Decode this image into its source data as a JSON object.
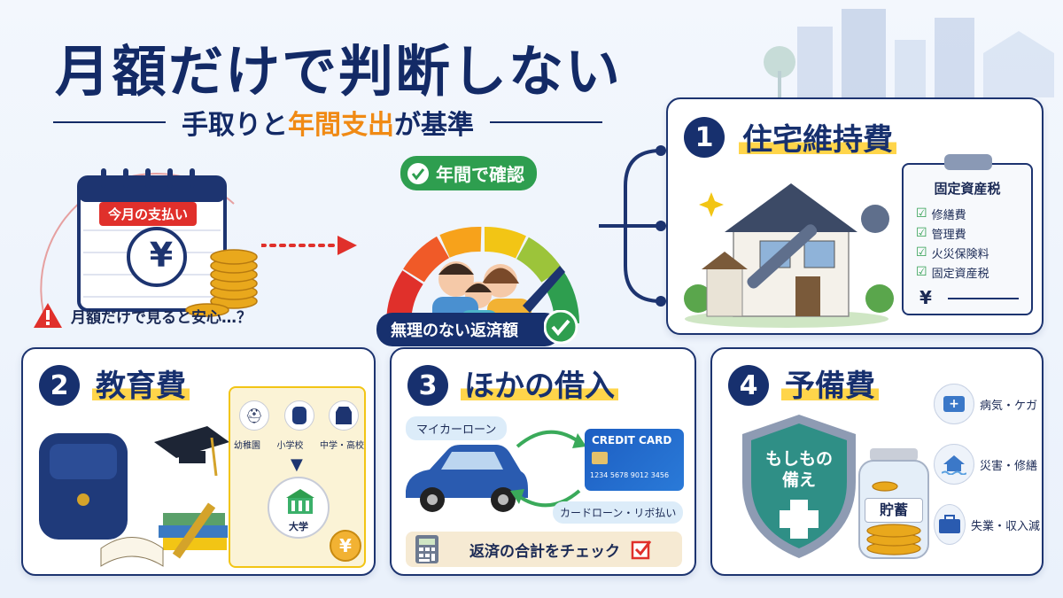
{
  "header": {
    "title": "月額だけで判断しない",
    "subtitle_part1": "手取りと",
    "subtitle_highlight": "年間支出",
    "subtitle_part2": "が基準"
  },
  "intro": {
    "calendar_label": "今月の支払い",
    "yen_symbol": "¥",
    "warning_text": "月額だけで見ると安心…？",
    "gauge_badge": "年間で確認",
    "gauge_caption": "無理のない返済額"
  },
  "housing": {
    "number": "1",
    "title": "住宅維持費",
    "checklist_title": "固定資産税",
    "checklist": [
      "修繕費",
      "管理費",
      "火災保険料",
      "固定資産税"
    ],
    "yen_symbol": "¥"
  },
  "education": {
    "number": "2",
    "title": "教育費",
    "stages": [
      "幼稚園",
      "小学校",
      "中学・高校"
    ],
    "university": "大学",
    "yen_symbol": "¥"
  },
  "loans": {
    "number": "3",
    "title": "ほかの借入",
    "car_loan": "マイカーローン",
    "card_brand": "CREDIT CARD",
    "card_number": "1234 5678 9012 3456",
    "card_loan": "カードローン・リボ払い",
    "check_text": "返済の合計をチェック"
  },
  "reserve": {
    "number": "4",
    "title": "予備費",
    "shield_text_1": "もしもの",
    "shield_text_2": "備え",
    "jar_label": "貯蓄",
    "risks": [
      "病気・ケガ",
      "災害・修繕",
      "失業・収入減"
    ]
  },
  "colors": {
    "navy": "#17306e",
    "orange": "#f08a14",
    "green": "#2e9e4f",
    "red": "#e0302b",
    "yellow": "#ffd54a"
  }
}
